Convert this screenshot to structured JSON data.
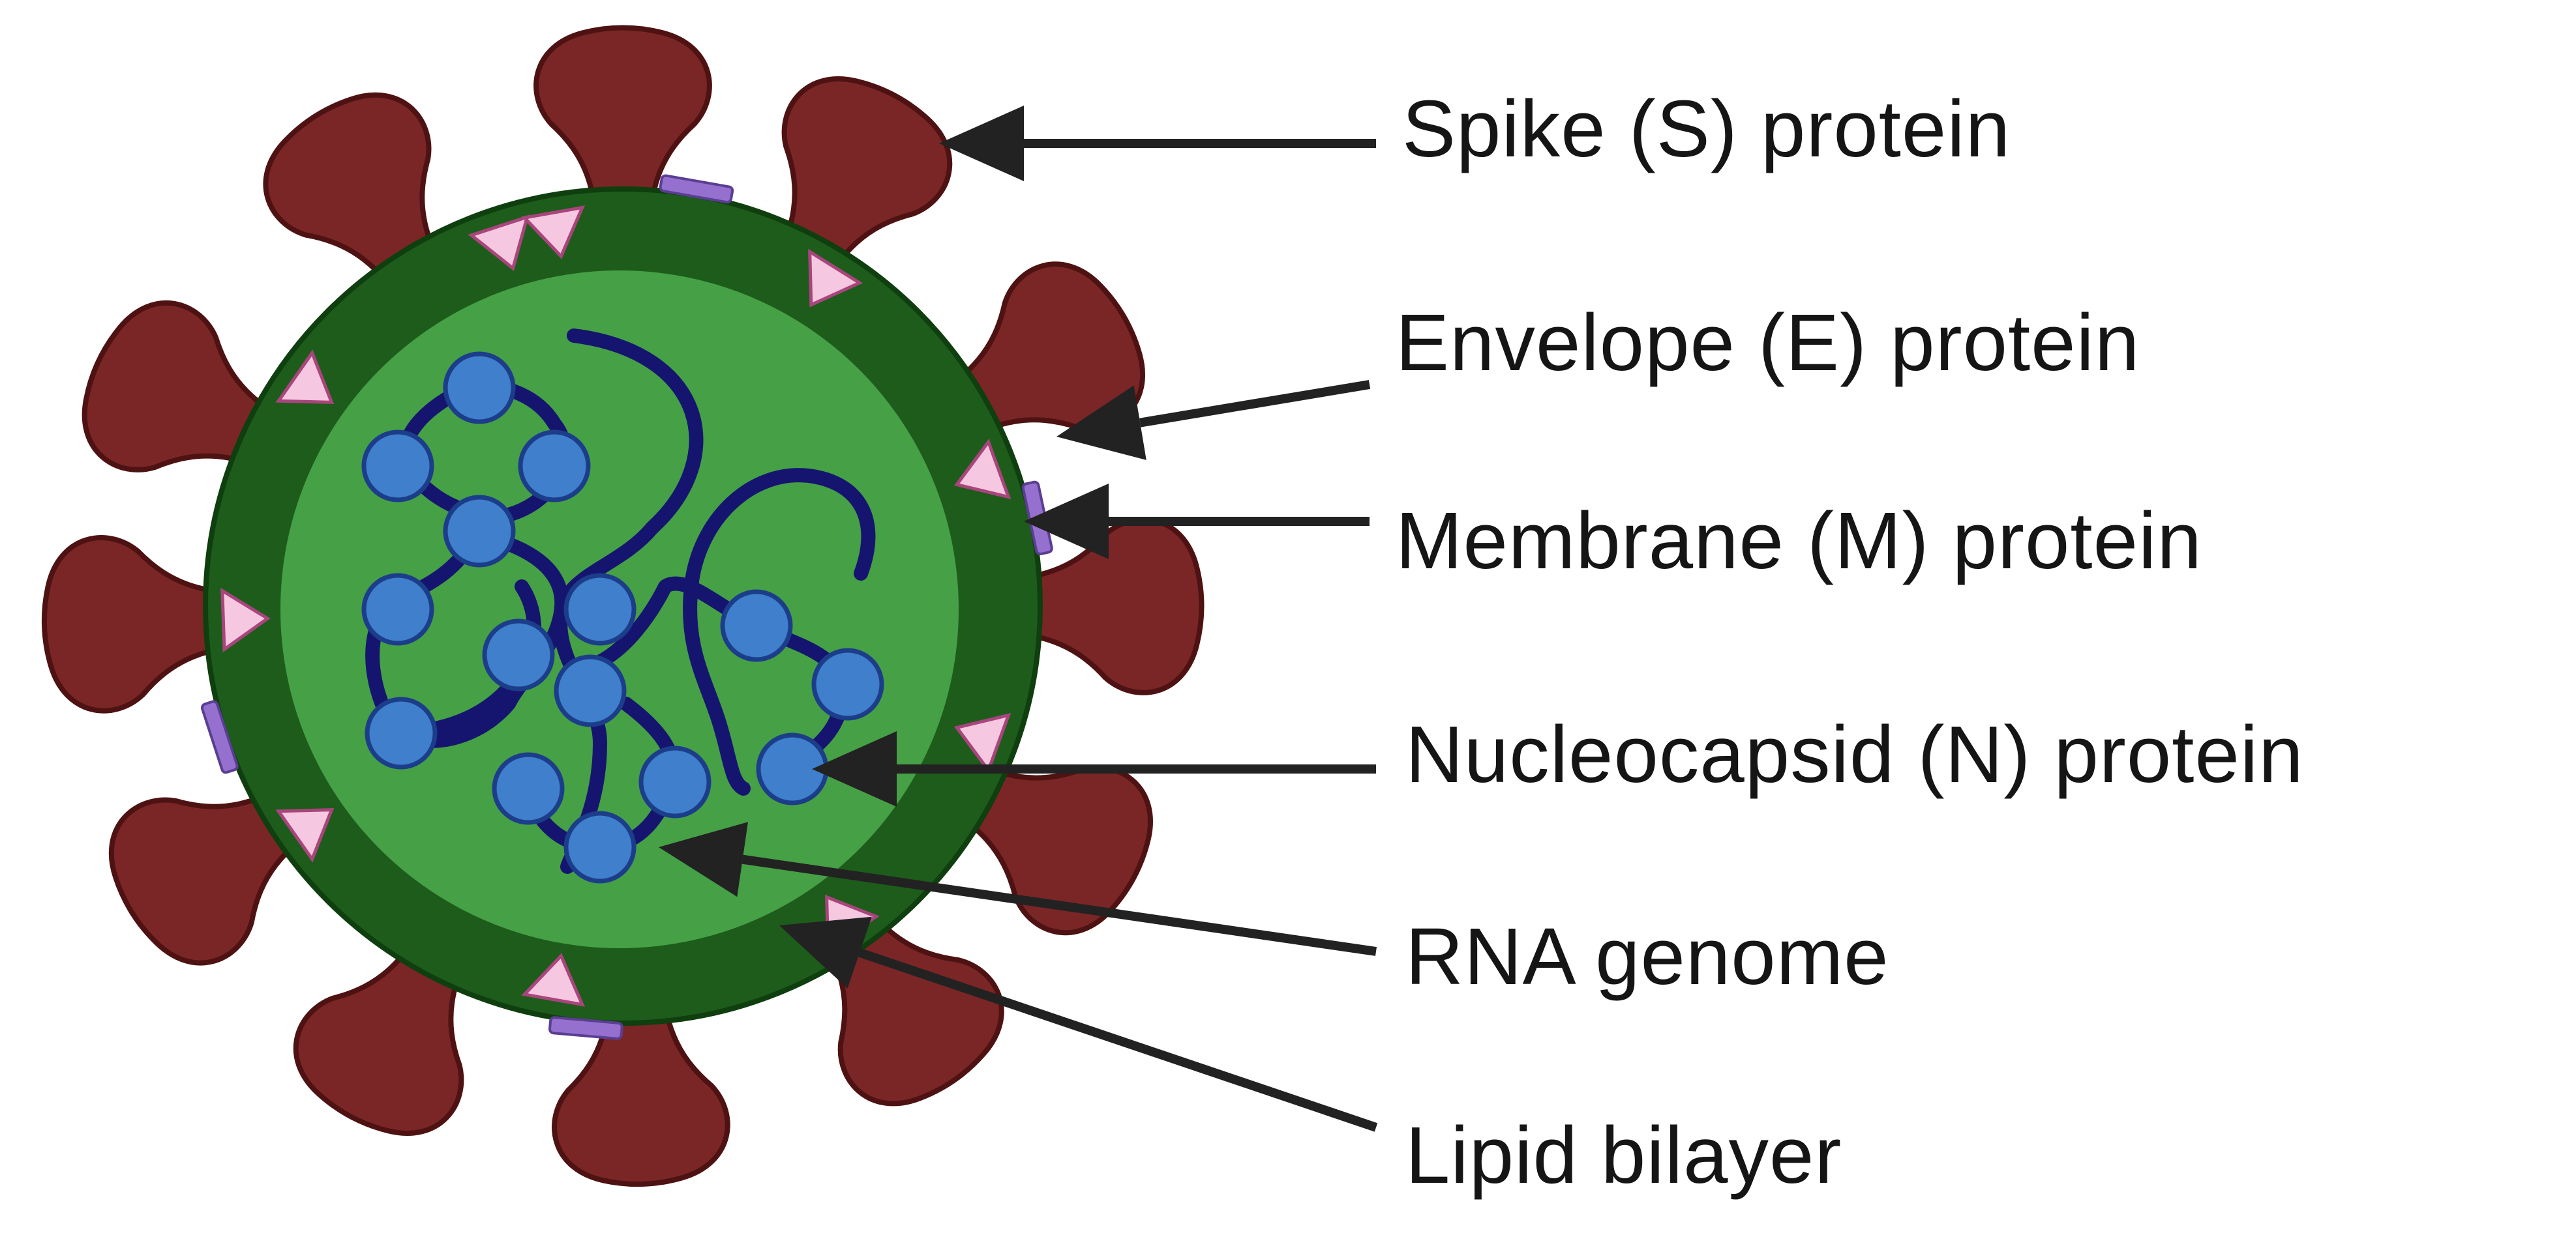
{
  "diagram": {
    "labels": [
      {
        "id": "spike",
        "text": "Spike (S) protein"
      },
      {
        "id": "envelope",
        "text": "Envelope (E) protein"
      },
      {
        "id": "membrane",
        "text": "Membrane (M) protein"
      },
      {
        "id": "nucleocapsid",
        "text": "Nucleocapsid (N) protein"
      },
      {
        "id": "rna",
        "text": "RNA genome"
      },
      {
        "id": "lipid",
        "text": "Lipid bilayer"
      }
    ],
    "colors": {
      "spike_fill": "#7b2626",
      "spike_stroke": "#4e1212",
      "envelope_outer": "#1d5c1b",
      "inner_core": "#46a046",
      "membrane_protein": "#f5c7e0",
      "membrane_protein_stroke": "#a8457c",
      "envelope_protein": "#9670cf",
      "nucleocapsid": "#3f7fcb",
      "nucleocapsid_stroke": "#1c3d8a",
      "rna_strand": "#151570",
      "arrow": "#222222",
      "text": "#151515"
    }
  }
}
